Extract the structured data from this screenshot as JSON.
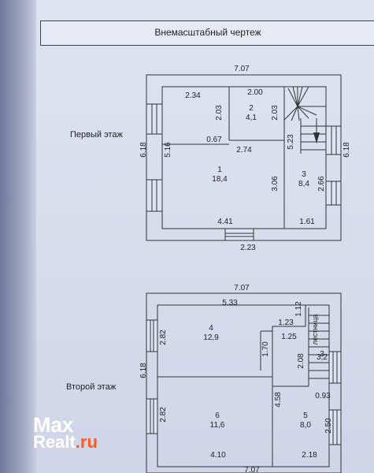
{
  "header": {
    "title": "Внемасштабный чертеж"
  },
  "labels": {
    "floor1": "Первый этаж",
    "floor2": "Второй этаж"
  },
  "floor1": {
    "dims": {
      "top_total": "7.07",
      "left_total": "6.18",
      "right_total": "6.18",
      "room1_top": "2.34",
      "room2_top": "2.00",
      "wall_a": "2.03",
      "wall_b": "2.03",
      "room1_height": "5.16",
      "stub": "0.67",
      "room1_mid": "2.74",
      "stair_len": "5.23",
      "wall_c": "3.06",
      "wall_d": "2.66",
      "bottom_main": "4.41",
      "bottom_right": "1.61",
      "bottom_outside": "2.23"
    },
    "rooms": [
      {
        "num": "1",
        "area": "18,4"
      },
      {
        "num": "2",
        "area": "4,1"
      },
      {
        "num": "3",
        "area": "8,4"
      }
    ]
  },
  "floor2": {
    "dims": {
      "top_total": "7.07",
      "left_total": "6.18",
      "room4_top": "5.33",
      "corner": "1.12",
      "room4_left": "2.82",
      "notch_top": "1.23",
      "notch_w": "1.25",
      "partition": "1.70",
      "stair_side": "2.08",
      "room6_left": "2.82",
      "wall_mid": "4.58",
      "room5_step": "0.93",
      "room5_right": "2.50",
      "bottom_left": "4.10",
      "bottom_right": "2.18",
      "bottom_total": "7.07"
    },
    "stair_label": "лестница",
    "rooms": [
      {
        "num": "4",
        "area": "12,9"
      },
      {
        "num": "3",
        "area": "3,2"
      },
      {
        "num": "6",
        "area": "11,6"
      },
      {
        "num": "5",
        "area": "8,0"
      }
    ]
  },
  "watermark": {
    "part1": "Max",
    "part2": "Realt",
    "part3": ".ru"
  }
}
